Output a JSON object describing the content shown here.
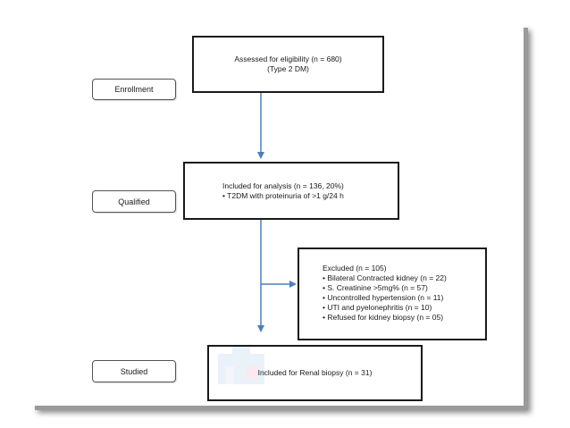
{
  "colors": {
    "arrow": "#4a7fc1",
    "box_border": "#1a1a1a",
    "stage_border": "#555555",
    "shadow": "#9a9a9a"
  },
  "stages": {
    "enrollment": "Enrollment",
    "qualified": "Qualified",
    "studied": "Studied"
  },
  "boxes": {
    "assessed": {
      "line1": "Assessed for eligibility (n = 680)",
      "line2": "(Type 2 DM)"
    },
    "included": {
      "line1": "Included for analysis (n = 136, 20%)",
      "line2": "• T2DM with proteinuria of >1 g/24 h"
    },
    "excluded": {
      "title": "Excluded (n = 105)",
      "items": [
        "• Bilateral Contracted kidney (n = 22)",
        "• S. Creatinine >5mg% (n = 57)",
        "• Uncontrolled hypertension (n = 11)",
        "• UTI and pyelonephritis (n = 10)",
        "• Refused for kidney biopsy (n = 05)"
      ]
    },
    "renal": {
      "line1": "Included for Renal biopsy (n = 31)"
    }
  }
}
